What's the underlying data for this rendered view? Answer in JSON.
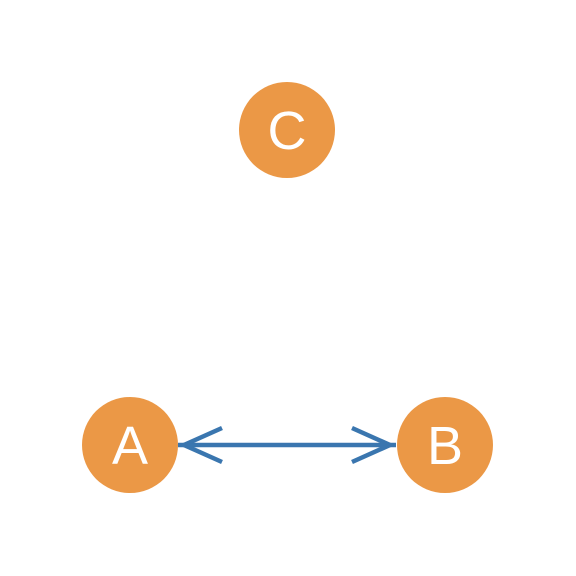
{
  "colors": {
    "node_fill": "#EB9846",
    "edge_stroke": "#3A76AF",
    "background": "#FFFFFF"
  },
  "nodes": [
    {
      "id": "C",
      "label": "C"
    },
    {
      "id": "A",
      "label": "A"
    },
    {
      "id": "B",
      "label": "B"
    }
  ],
  "edges": [
    {
      "from": "A",
      "to": "B",
      "direction": "both"
    }
  ]
}
